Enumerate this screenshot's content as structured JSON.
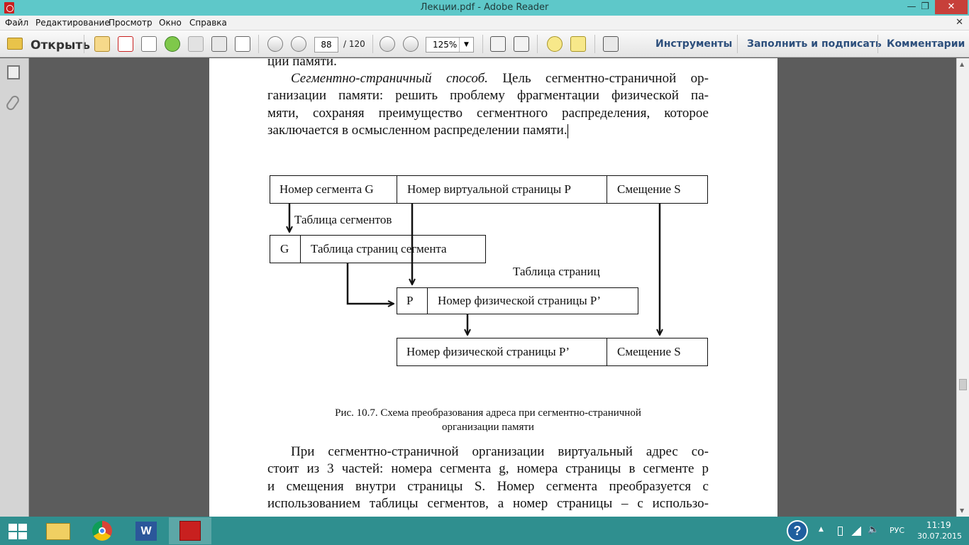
{
  "window": {
    "title": "Лекции.pdf - Adobe Reader",
    "min": "—",
    "restore": "❐",
    "close": "✕"
  },
  "menu": [
    "Файл",
    "Редактирование",
    "Просмотр",
    "Окно",
    "Справка"
  ],
  "toolbar": {
    "open_label": "Открыть",
    "page_current": "88",
    "page_total": "/ 120",
    "zoom": "125%",
    "tools": "Инструменты",
    "fill_sign": "Заполнить и подписать",
    "comments": "Комментарии"
  },
  "document": {
    "line0": "ции памяти.",
    "p1_italic": "Сегментно-страничный способ.",
    "p1_rest": " Цель сегментно-страничной ор-",
    "p1_l2": "ганизации памяти: решить проблему фрагментации физической па-",
    "p1_l3": "мяти, сохраняя преимущество сегментного распределения, которое",
    "p1_l4": "заключается в осмысленном распределении памяти.",
    "diagram": {
      "seg_no": "Номер сегмента G",
      "virt_page": "Номер виртуальной страницы P",
      "offset_top": "Смещение S",
      "seg_table_label": "Таблица сегментов",
      "g_cell": "G",
      "seg_page_table": "Таблица страниц сегмента",
      "page_table_label": "Таблица страниц",
      "p_cell": "P",
      "phys_page_mid": "Номер физической страницы P’",
      "phys_page_bottom": "Номер физической страницы P’",
      "offset_bottom": "Смещение S"
    },
    "caption_l1": "Рис. 10.7. Схема преобразования адреса при сегментно-страничной",
    "caption_l2": "организации памяти",
    "p2_l1": "При сегментно-страничной организации виртуальный адрес со-",
    "p2_l2": "стоит из 3 частей: номера сегмента g, номера страницы в сегменте p",
    "p2_l3": "и смещения внутри страницы S. Номер сегмента преобразуется с",
    "p2_l4": "использованием таблицы сегментов, а номер страницы – с использо-"
  },
  "taskbar": {
    "lang": "РУС",
    "time": "11:19",
    "date": "30.07.2015",
    "help": "?"
  }
}
